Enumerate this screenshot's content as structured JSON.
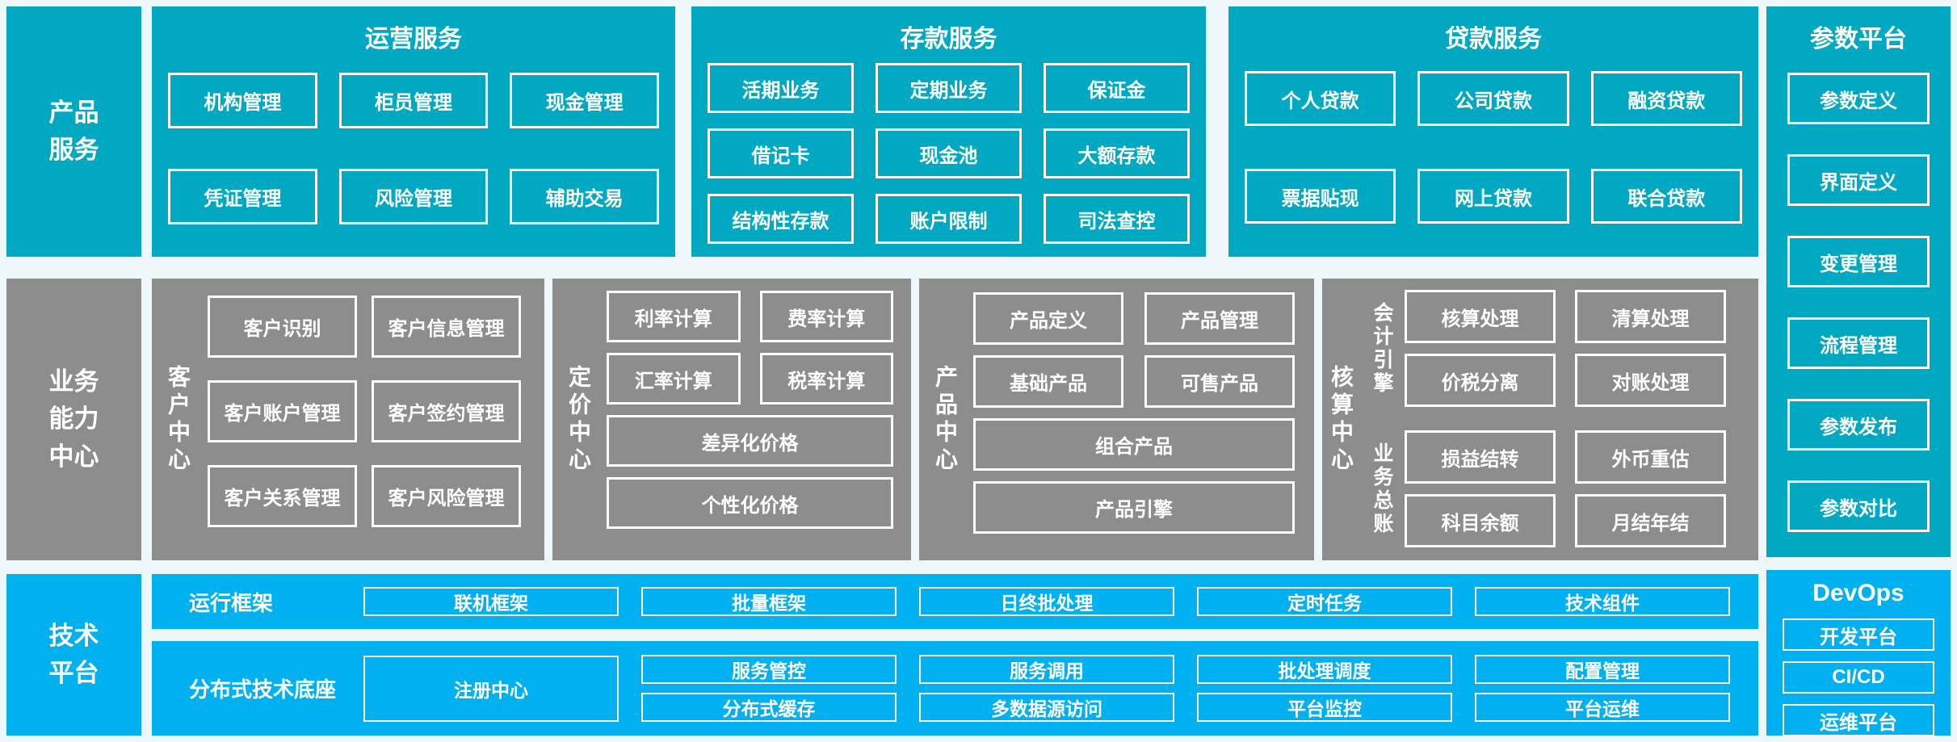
{
  "colors": {
    "teal": "#00a9c1",
    "gray": "#8d8d8d",
    "blue": "#00b0ef",
    "background": "#eef8fb",
    "box_border": "#ffffff"
  },
  "product_services": {
    "side_label": "产品\n服务",
    "panels": {
      "operations": {
        "title": "运营服务",
        "items": [
          "机构管理",
          "柜员管理",
          "现金管理",
          "凭证管理",
          "风险管理",
          "辅助交易"
        ]
      },
      "deposit": {
        "title": "存款服务",
        "items": [
          "活期业务",
          "定期业务",
          "保证金",
          "借记卡",
          "现金池",
          "大额存款",
          "结构性存款",
          "账户限制",
          "司法查控"
        ]
      },
      "loan": {
        "title": "贷款服务",
        "items": [
          "个人贷款",
          "公司贷款",
          "融资贷款",
          "票据贴现",
          "网上贷款",
          "联合贷款"
        ]
      }
    }
  },
  "parameter_platform": {
    "title": "参数平台",
    "items": [
      "参数定义",
      "界面定义",
      "变更管理",
      "流程管理",
      "参数发布",
      "参数对比"
    ]
  },
  "business_capability": {
    "side_label": "业务\n能力\n中心",
    "customer_center": {
      "label": "客户中心",
      "items": [
        "客户识别",
        "客户信息管理",
        "客户账户管理",
        "客户签约管理",
        "客户关系管理",
        "客户风险管理"
      ]
    },
    "pricing_center": {
      "label": "定价中心",
      "items": [
        "利率计算",
        "费率计算",
        "汇率计算",
        "税率计算"
      ],
      "wide_items": [
        "差异化价格",
        "个性化价格"
      ]
    },
    "product_center": {
      "label": "产品中心",
      "items": [
        "产品定义",
        "产品管理",
        "基础产品",
        "可售产品"
      ],
      "wide_items": [
        "组合产品",
        "产品引擎"
      ]
    },
    "accounting_center": {
      "label": "核算中心",
      "groups": [
        {
          "label": "会计引擎",
          "items": [
            "核算处理",
            "清算处理",
            "价税分离",
            "对账处理"
          ]
        },
        {
          "label": "业务总账",
          "items": [
            "损益结转",
            "外币重估",
            "科目余额",
            "月结年结"
          ]
        }
      ]
    }
  },
  "technology_platform": {
    "side_label": "技术\n平台",
    "runtime_framework": {
      "label": "运行框架",
      "items": [
        "联机框架",
        "批量框架",
        "日终批处理",
        "定时任务",
        "技术组件"
      ]
    },
    "distributed_base": {
      "label": "分布式技术底座",
      "registry": "注册中心",
      "row1": [
        "服务管控",
        "服务调用",
        "批处理调度",
        "配置管理"
      ],
      "row2": [
        "分布式缓存",
        "多数据源访问",
        "平台监控",
        "平台运维"
      ]
    }
  },
  "devops": {
    "title": "DevOps",
    "items": [
      "开发平台",
      "CI/CD",
      "运维平台"
    ]
  }
}
